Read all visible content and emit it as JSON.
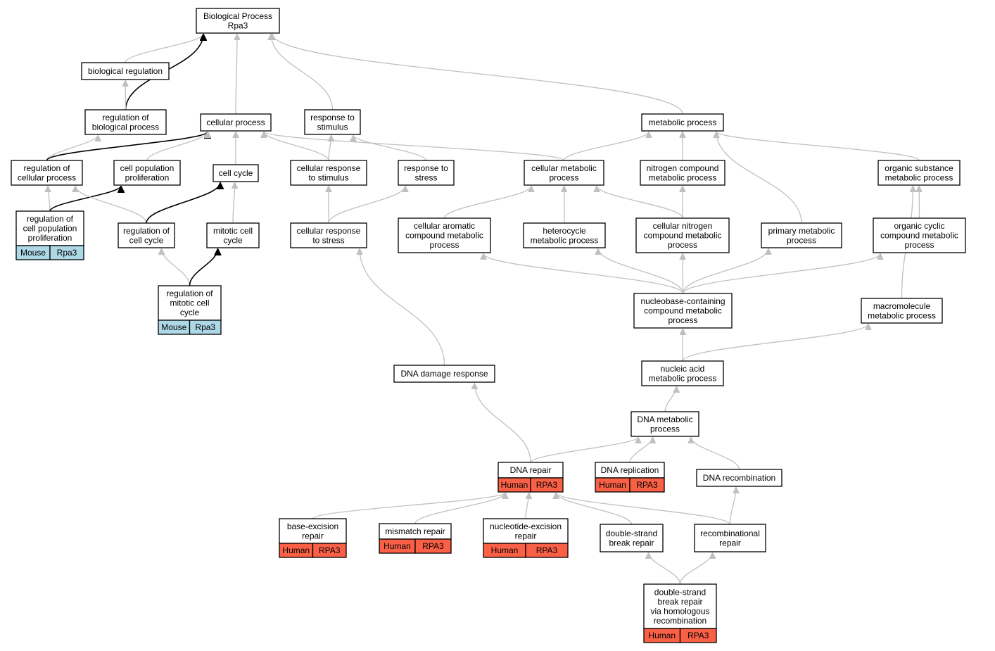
{
  "colors": {
    "human": "#fa6046",
    "mouse": "#add8e6",
    "edge_gray": "#c0c0c0",
    "edge_black": "#000000"
  },
  "nodes": [
    {
      "id": "bp",
      "lines": [
        "Biological Process",
        "Rpa3"
      ]
    },
    {
      "id": "bioreg",
      "lines": [
        "biological regulation"
      ]
    },
    {
      "id": "regbio",
      "lines": [
        "regulation of",
        "biological process"
      ]
    },
    {
      "id": "cellproc",
      "lines": [
        "cellular process"
      ]
    },
    {
      "id": "resp",
      "lines": [
        "response to",
        "stimulus"
      ]
    },
    {
      "id": "metab",
      "lines": [
        "metabolic process"
      ]
    },
    {
      "id": "regcell",
      "lines": [
        "regulation of",
        "cellular process"
      ]
    },
    {
      "id": "cellpop",
      "lines": [
        "cell population",
        "proliferation"
      ]
    },
    {
      "id": "cellcycle",
      "lines": [
        "cell cycle"
      ]
    },
    {
      "id": "cellresp",
      "lines": [
        "cellular response",
        "to stimulus"
      ]
    },
    {
      "id": "respstress",
      "lines": [
        "response to",
        "stress"
      ]
    },
    {
      "id": "cellmetab",
      "lines": [
        "cellular metabolic",
        "process"
      ]
    },
    {
      "id": "nitro",
      "lines": [
        "nitrogen compound",
        "metabolic process"
      ]
    },
    {
      "id": "organic",
      "lines": [
        "organic substance",
        "metabolic process"
      ]
    },
    {
      "id": "regpop",
      "lines": [
        "regulation of",
        "cell population",
        "proliferation"
      ],
      "tags": [
        "Mouse",
        "Rpa3"
      ],
      "tag_color": "mouse"
    },
    {
      "id": "regcc",
      "lines": [
        "regulation of",
        "cell cycle"
      ]
    },
    {
      "id": "mitotic",
      "lines": [
        "mitotic cell",
        "cycle"
      ]
    },
    {
      "id": "cellrespstress",
      "lines": [
        "cellular response",
        "to stress"
      ]
    },
    {
      "id": "arom",
      "lines": [
        "cellular aromatic",
        "compound metabolic",
        "process"
      ]
    },
    {
      "id": "hetero",
      "lines": [
        "heterocycle",
        "metabolic process"
      ]
    },
    {
      "id": "cellnitro",
      "lines": [
        "cellular nitrogen",
        "compound metabolic",
        "process"
      ]
    },
    {
      "id": "primary",
      "lines": [
        "primary metabolic",
        "process"
      ]
    },
    {
      "id": "orgcyc",
      "lines": [
        "organic cyclic",
        "compound metabolic",
        "process"
      ]
    },
    {
      "id": "regmit",
      "lines": [
        "regulation of",
        "mitotic cell",
        "cycle"
      ],
      "tags": [
        "Mouse",
        "Rpa3"
      ],
      "tag_color": "mouse"
    },
    {
      "id": "nucleobase",
      "lines": [
        "nucleobase-containing",
        "compound metabolic",
        "process"
      ]
    },
    {
      "id": "macro",
      "lines": [
        "macromolecule",
        "metabolic process"
      ]
    },
    {
      "id": "dnadamage",
      "lines": [
        "DNA damage response"
      ]
    },
    {
      "id": "nucacid",
      "lines": [
        "nucleic acid",
        "metabolic process"
      ]
    },
    {
      "id": "dnametab",
      "lines": [
        "DNA metabolic",
        "process"
      ]
    },
    {
      "id": "dnarepair",
      "lines": [
        "DNA repair"
      ],
      "tags": [
        "Human",
        "RPA3"
      ],
      "tag_color": "human"
    },
    {
      "id": "dnarepl",
      "lines": [
        "DNA replication"
      ],
      "tags": [
        "Human",
        "RPA3"
      ],
      "tag_color": "human"
    },
    {
      "id": "dnarecomb",
      "lines": [
        "DNA recombination"
      ]
    },
    {
      "id": "ber",
      "lines": [
        "base-excision",
        "repair"
      ],
      "tags": [
        "Human",
        "RPA3"
      ],
      "tag_color": "human"
    },
    {
      "id": "mmr",
      "lines": [
        "mismatch repair"
      ],
      "tags": [
        "Human",
        "RPA3"
      ],
      "tag_color": "human"
    },
    {
      "id": "ner",
      "lines": [
        "nucleotide-excision",
        "repair"
      ],
      "tags": [
        "Human",
        "RPA3"
      ],
      "tag_color": "human"
    },
    {
      "id": "dsb",
      "lines": [
        "double-strand",
        "break repair"
      ]
    },
    {
      "id": "recombrep",
      "lines": [
        "recombinational",
        "repair"
      ]
    },
    {
      "id": "dsbhr",
      "lines": [
        "double-strand",
        "break repair",
        "via homologous",
        "recombination"
      ],
      "tags": [
        "Human",
        "RPA3"
      ],
      "tag_color": "human"
    }
  ],
  "edges": [
    {
      "from": "bioreg",
      "to": "bp",
      "style": "gray"
    },
    {
      "from": "regbio",
      "to": "bp",
      "style": "black"
    },
    {
      "from": "cellproc",
      "to": "bp",
      "style": "gray"
    },
    {
      "from": "resp",
      "to": "bp",
      "style": "gray"
    },
    {
      "from": "metab",
      "to": "bp",
      "style": "gray"
    },
    {
      "from": "regbio",
      "to": "bioreg",
      "style": "gray"
    },
    {
      "from": "regcell",
      "to": "regbio",
      "style": "gray"
    },
    {
      "from": "regcell",
      "to": "cellproc",
      "style": "black"
    },
    {
      "from": "cellpop",
      "to": "cellproc",
      "style": "gray"
    },
    {
      "from": "cellcycle",
      "to": "cellproc",
      "style": "gray"
    },
    {
      "from": "cellresp",
      "to": "cellproc",
      "style": "gray"
    },
    {
      "from": "cellmetab",
      "to": "cellproc",
      "style": "gray"
    },
    {
      "from": "cellresp",
      "to": "resp",
      "style": "gray"
    },
    {
      "from": "respstress",
      "to": "resp",
      "style": "gray"
    },
    {
      "from": "cellmetab",
      "to": "metab",
      "style": "gray"
    },
    {
      "from": "nitro",
      "to": "metab",
      "style": "gray"
    },
    {
      "from": "organic",
      "to": "metab",
      "style": "gray"
    },
    {
      "from": "primary",
      "to": "metab",
      "style": "gray"
    },
    {
      "from": "regpop",
      "to": "regcell",
      "style": "gray"
    },
    {
      "from": "regpop",
      "to": "cellpop",
      "style": "black"
    },
    {
      "from": "regcc",
      "to": "regcell",
      "style": "gray"
    },
    {
      "from": "regcc",
      "to": "cellcycle",
      "style": "black"
    },
    {
      "from": "mitotic",
      "to": "cellcycle",
      "style": "gray"
    },
    {
      "from": "regmit",
      "to": "regcc",
      "style": "gray"
    },
    {
      "from": "regmit",
      "to": "mitotic",
      "style": "black"
    },
    {
      "from": "cellrespstress",
      "to": "cellresp",
      "style": "gray"
    },
    {
      "from": "cellrespstress",
      "to": "respstress",
      "style": "gray"
    },
    {
      "from": "arom",
      "to": "cellmetab",
      "style": "gray"
    },
    {
      "from": "hetero",
      "to": "cellmetab",
      "style": "gray"
    },
    {
      "from": "cellnitro",
      "to": "cellmetab",
      "style": "gray"
    },
    {
      "from": "cellnitro",
      "to": "nitro",
      "style": "gray"
    },
    {
      "from": "orgcyc",
      "to": "organic",
      "style": "gray"
    },
    {
      "from": "macro",
      "to": "organic",
      "style": "gray"
    },
    {
      "from": "nucleobase",
      "to": "arom",
      "style": "gray"
    },
    {
      "from": "nucleobase",
      "to": "hetero",
      "style": "gray"
    },
    {
      "from": "nucleobase",
      "to": "cellnitro",
      "style": "gray"
    },
    {
      "from": "nucleobase",
      "to": "primary",
      "style": "gray"
    },
    {
      "from": "nucleobase",
      "to": "orgcyc",
      "style": "gray"
    },
    {
      "from": "nucacid",
      "to": "nucleobase",
      "style": "gray"
    },
    {
      "from": "nucacid",
      "to": "macro",
      "style": "gray"
    },
    {
      "from": "dnametab",
      "to": "nucacid",
      "style": "gray"
    },
    {
      "from": "dnadamage",
      "to": "cellrespstress",
      "style": "gray"
    },
    {
      "from": "dnarepair",
      "to": "dnadamage",
      "style": "gray"
    },
    {
      "from": "dnarepair",
      "to": "dnametab",
      "style": "gray"
    },
    {
      "from": "dnarepl",
      "to": "dnametab",
      "style": "gray"
    },
    {
      "from": "dnarecomb",
      "to": "dnametab",
      "style": "gray"
    },
    {
      "from": "ber",
      "to": "dnarepair",
      "style": "gray"
    },
    {
      "from": "mmr",
      "to": "dnarepair",
      "style": "gray"
    },
    {
      "from": "ner",
      "to": "dnarepair",
      "style": "gray"
    },
    {
      "from": "dsb",
      "to": "dnarepair",
      "style": "gray"
    },
    {
      "from": "recombrep",
      "to": "dnarepair",
      "style": "gray"
    },
    {
      "from": "recombrep",
      "to": "dnarecomb",
      "style": "gray"
    },
    {
      "from": "dsbhr",
      "to": "dsb",
      "style": "gray"
    },
    {
      "from": "dsbhr",
      "to": "recombrep",
      "style": "gray"
    }
  ]
}
